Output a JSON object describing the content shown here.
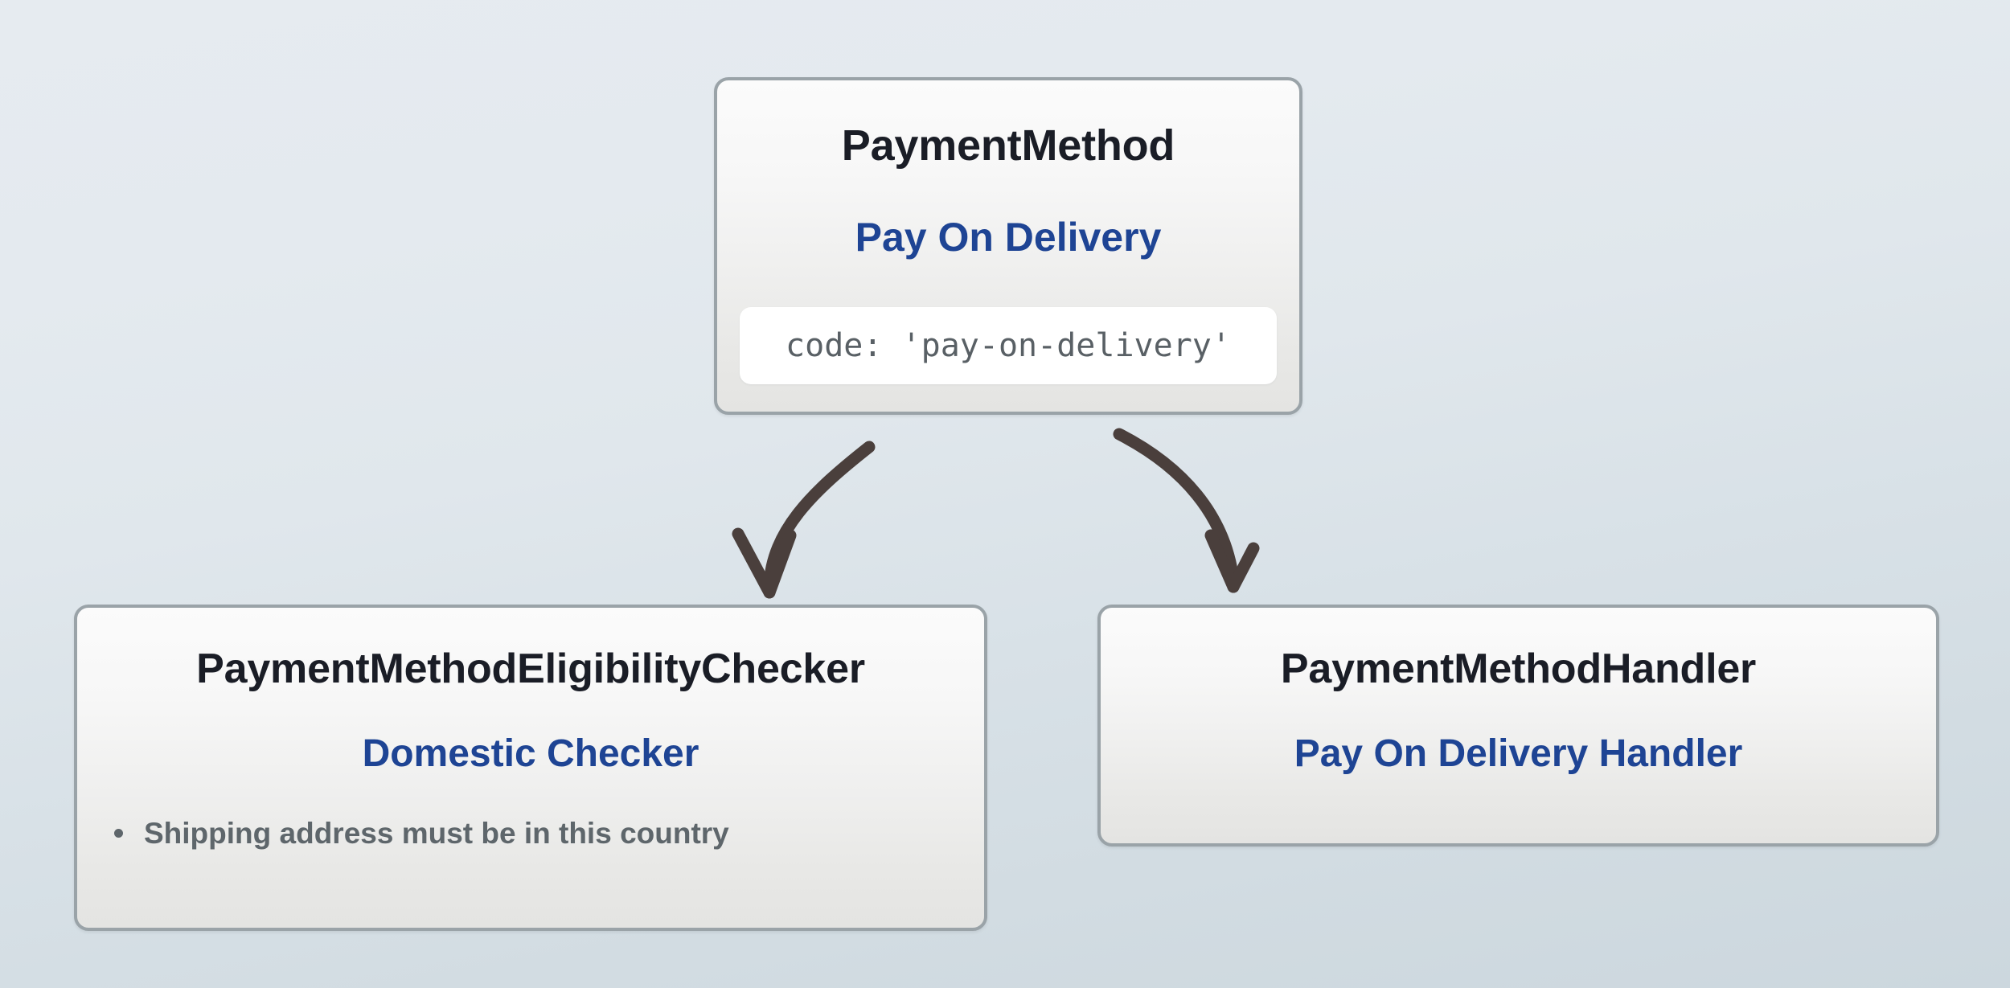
{
  "diagram": {
    "type": "class-relationship-graph",
    "background_color_top": "#e6ebf0",
    "background_color_bottom": "#ccd7de",
    "accent_color": "#1e4494",
    "title_color": "#1a1d26",
    "arrow_color": "#4a3f3c",
    "card_border_color": "#9aa3a8"
  },
  "nodes": {
    "payment_method": {
      "type_label": "PaymentMethod",
      "name_label": "Pay On Delivery",
      "code_line": "code: 'pay-on-delivery'"
    },
    "eligibility_checker": {
      "type_label": "PaymentMethodEligibilityChecker",
      "name_label": "Domestic Checker",
      "bullets": [
        "Shipping address must be in this country"
      ]
    },
    "handler": {
      "type_label": "PaymentMethodHandler",
      "name_label": "Pay On Delivery Handler"
    }
  },
  "edges": [
    {
      "id": "edge-to-eligibility-checker",
      "from": "payment_method",
      "to": "eligibility_checker",
      "style": "curved-arrow"
    },
    {
      "id": "edge-to-handler",
      "from": "payment_method",
      "to": "handler",
      "style": "curved-arrow"
    }
  ]
}
